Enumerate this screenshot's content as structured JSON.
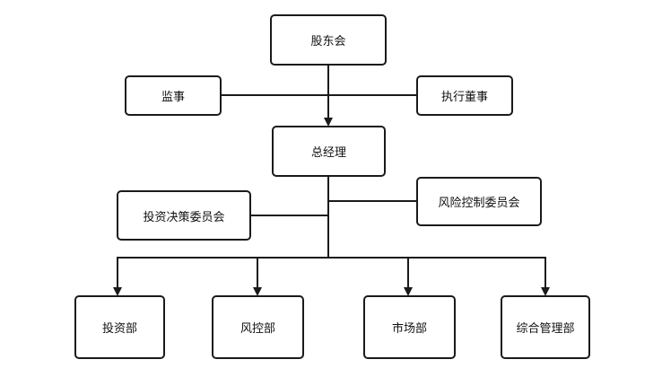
{
  "org_chart": {
    "shareholders_meeting": "股东会",
    "supervisor": "监事",
    "executive_director": "执行董事",
    "general_manager": "总经理",
    "investment_committee": "投资决策委员会",
    "risk_committee": "风险控制委员会",
    "departments": [
      {
        "label": "投资部"
      },
      {
        "label": "风控部"
      },
      {
        "label": "市场部"
      },
      {
        "label": "综合管理部"
      }
    ]
  },
  "colors": {
    "line": "#1a1a1a",
    "box_border": "#1a1a1a",
    "background": "#ffffff"
  }
}
